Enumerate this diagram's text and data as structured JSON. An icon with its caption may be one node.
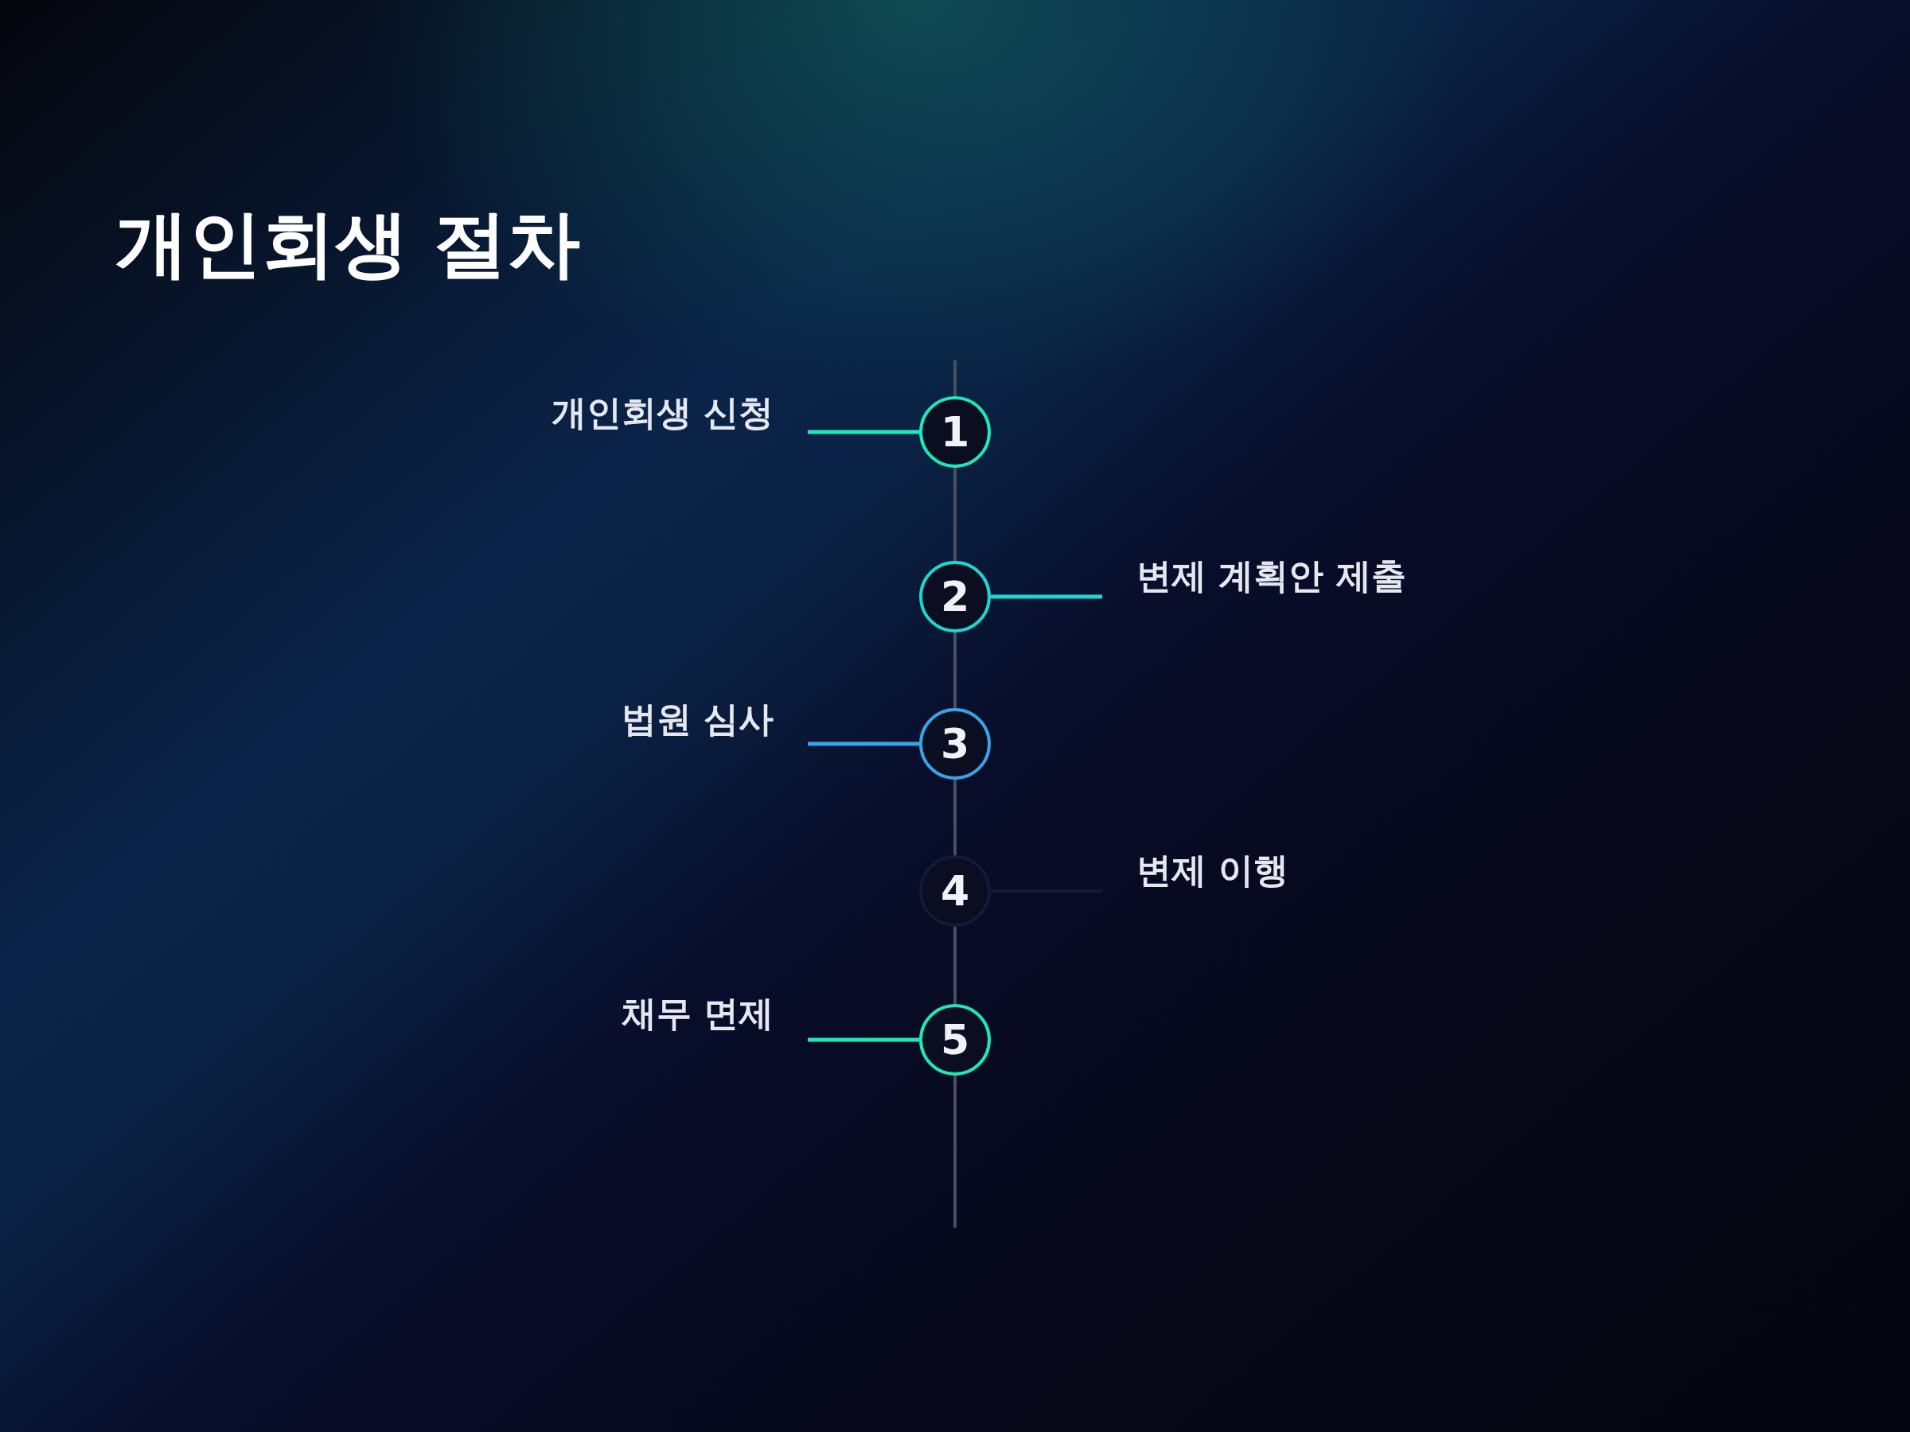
{
  "diagram": {
    "title": "개인회생 절차",
    "nodes": [
      {
        "text": [
          "개인회생 신청"
        ]
      },
      {
        "text": [
          "1"
        ]
      },
      {
        "text": [
          "2"
        ]
      },
      {
        "text": [
          "변제 계획안 제출"
        ]
      },
      {
        "text": [
          "법원 심사"
        ]
      },
      {
        "text": [
          "3"
        ]
      },
      {
        "text": [
          "4"
        ]
      },
      {
        "text": [
          "변제 이행"
        ]
      },
      {
        "text": [
          "채무 면제"
        ]
      },
      {
        "text": [
          "5"
        ]
      }
    ],
    "edges": [
      {
        "from": 0,
        "to": 1,
        "arrow": "none",
        "color": "#1de9b6"
      },
      {
        "from": 2,
        "to": 3,
        "arrow": "none",
        "color": "#1dd6d0"
      },
      {
        "from": 4,
        "to": 5,
        "arrow": "none",
        "color": "#3aa3e8"
      },
      {
        "from": 6,
        "to": 7,
        "arrow": "none",
        "color": "#141a36"
      },
      {
        "from": 8,
        "to": 9,
        "arrow": "none",
        "color": "#1de9b6"
      },
      {
        "from": 1,
        "to": 2,
        "arrow": "none",
        "color": "#4a4e63"
      },
      {
        "from": 2,
        "to": 5,
        "arrow": "none",
        "color": "#4a4e63"
      },
      {
        "from": 5,
        "to": 6,
        "arrow": "none",
        "color": "#4a4e63"
      },
      {
        "from": 6,
        "to": 9,
        "arrow": "none",
        "color": "#4a4e63"
      }
    ]
  }
}
